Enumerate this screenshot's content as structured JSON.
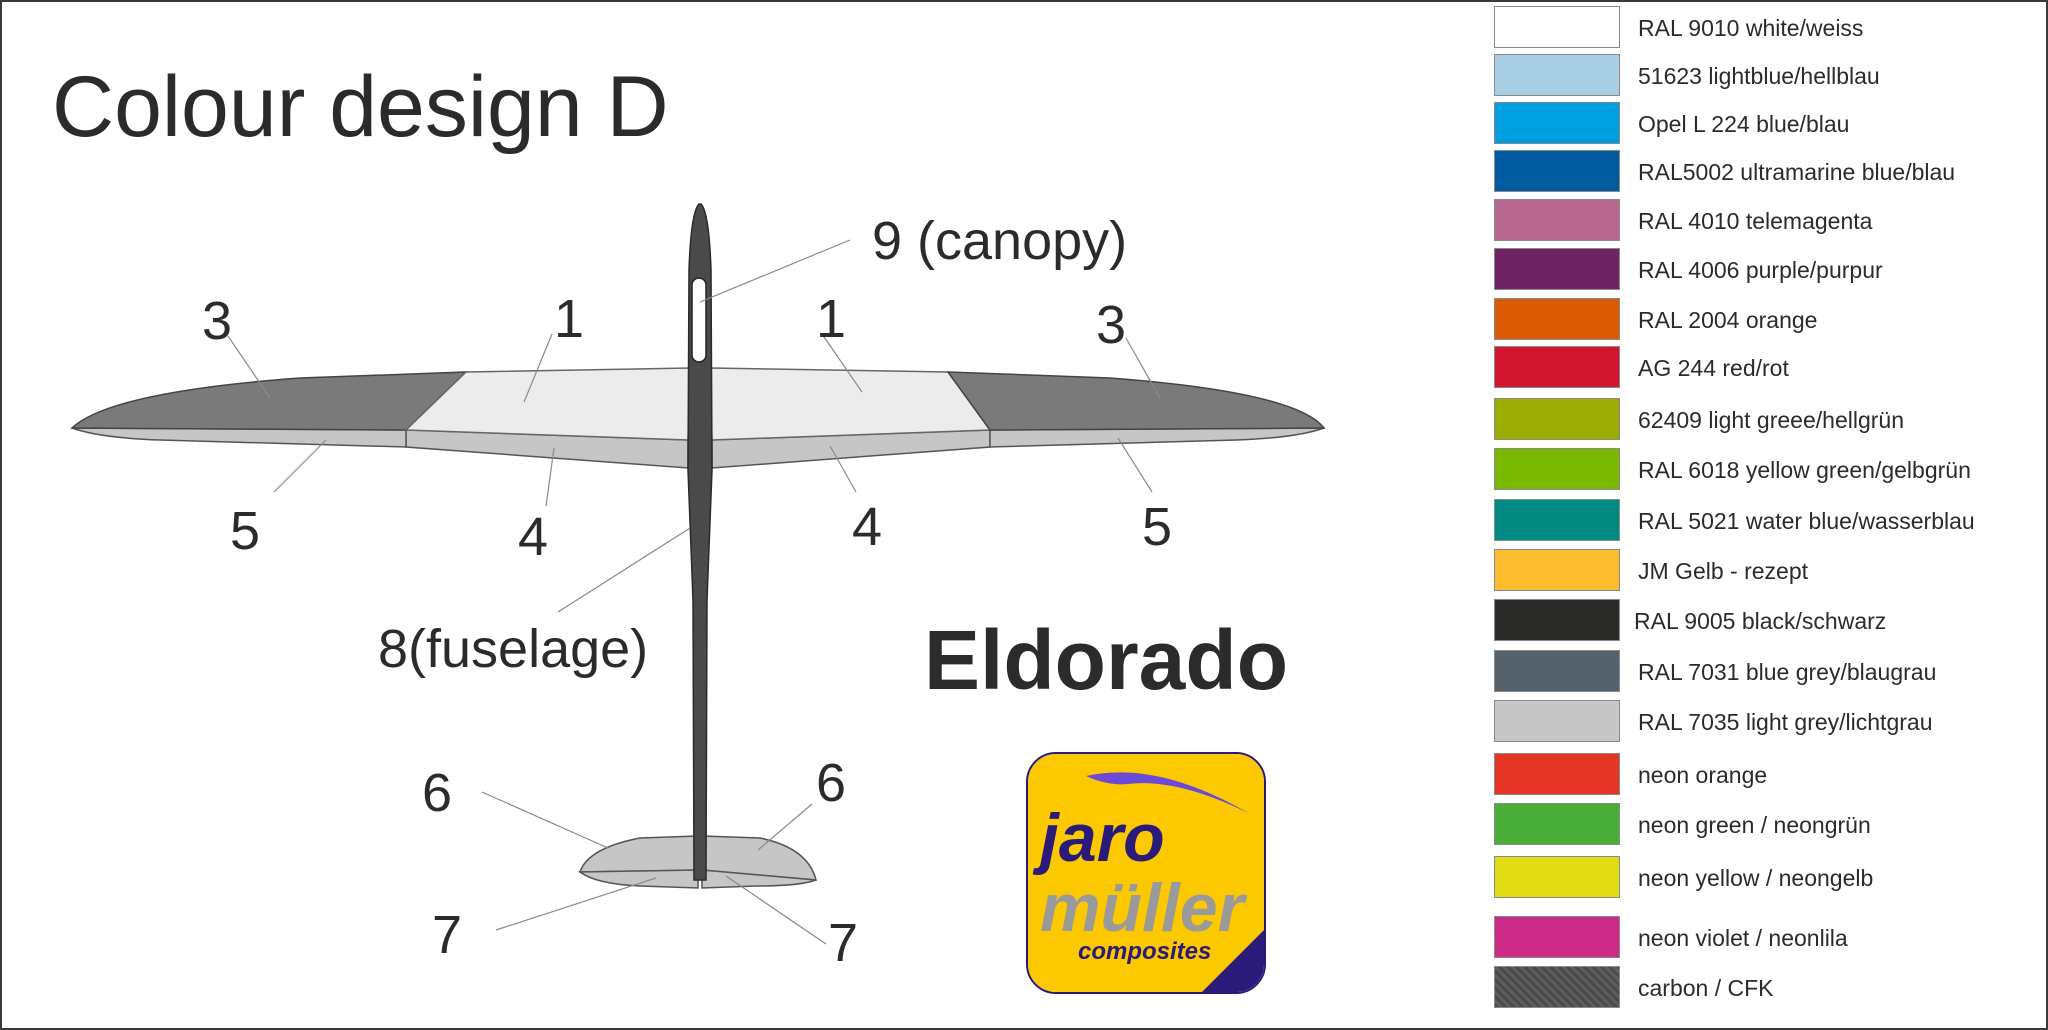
{
  "title": "Colour design D",
  "model_name": "Eldorado",
  "callouts": {
    "canopy": "9 (canopy)",
    "fuselage": "8(fuselage)",
    "n1_left": "1",
    "n1_right": "1",
    "n3_left": "3",
    "n3_right": "3",
    "n4_left": "4",
    "n4_right": "4",
    "n5_left": "5",
    "n5_right": "5",
    "n6_left": "6",
    "n6_right": "6",
    "n7_left": "7",
    "n7_right": "7"
  },
  "logo": {
    "line1": "jaro",
    "line2": "müller",
    "line3": "composites"
  },
  "legend": [
    {
      "label": "RAL 9010 white/weiss",
      "color": "#ffffff"
    },
    {
      "label": "51623 lightblue/hellblau",
      "color": "#a9cfe6"
    },
    {
      "label": "Opel L 224 blue/blau",
      "color": "#009fe0"
    },
    {
      "label": "RAL5002 ultramarine blue/blau",
      "color": "#005aa0"
    },
    {
      "label": "RAL 4010 telemagenta",
      "color": "#b8688f"
    },
    {
      "label": "RAL 4006 purple/purpur",
      "color": "#6e2365"
    },
    {
      "label": "RAL 2004 orange",
      "color": "#dc5a04"
    },
    {
      "label": "AG 244 red/rot",
      "color": "#d2162f"
    },
    {
      "label": "62409 light greee/hellgrün",
      "color": "#9bac05"
    },
    {
      "label": "RAL 6018 yellow green/gelbgrün",
      "color": "#7ab800"
    },
    {
      "label": "RAL 5021 water blue/wasserblau",
      "color": "#008a80"
    },
    {
      "label": "JM Gelb - rezept",
      "color": "#fbbc2e"
    },
    {
      "label": "RAL 9005 black/schwarz",
      "color": "#2a2a28"
    },
    {
      "label": "RAL 7031 blue grey/blaugrau",
      "color": "#56626b"
    },
    {
      "label": "RAL 7035 light grey/lichtgrau",
      "color": "#c5c6c5"
    },
    {
      "label": "neon orange",
      "color": "#e63424"
    },
    {
      "label": "neon green / neongrün",
      "color": "#48ae38"
    },
    {
      "label": "neon yellow / neongelb",
      "color": "#e1dc13"
    },
    {
      "label": "neon violet / neonlila",
      "color": "#cc2a86"
    },
    {
      "label": "carbon / CFK",
      "color": "#555555"
    }
  ],
  "colors": {
    "fuselage": "#4a4a4a",
    "wing_outer": "#7a7a7a",
    "wing_inner": "#ececec",
    "wing_trailing": "#c5c6c5",
    "tail": "#c5c6c5",
    "logo_bg": "#fcc800",
    "logo_text_dark": "#2a1a7a",
    "logo_text_grey": "#9a9a9a"
  }
}
